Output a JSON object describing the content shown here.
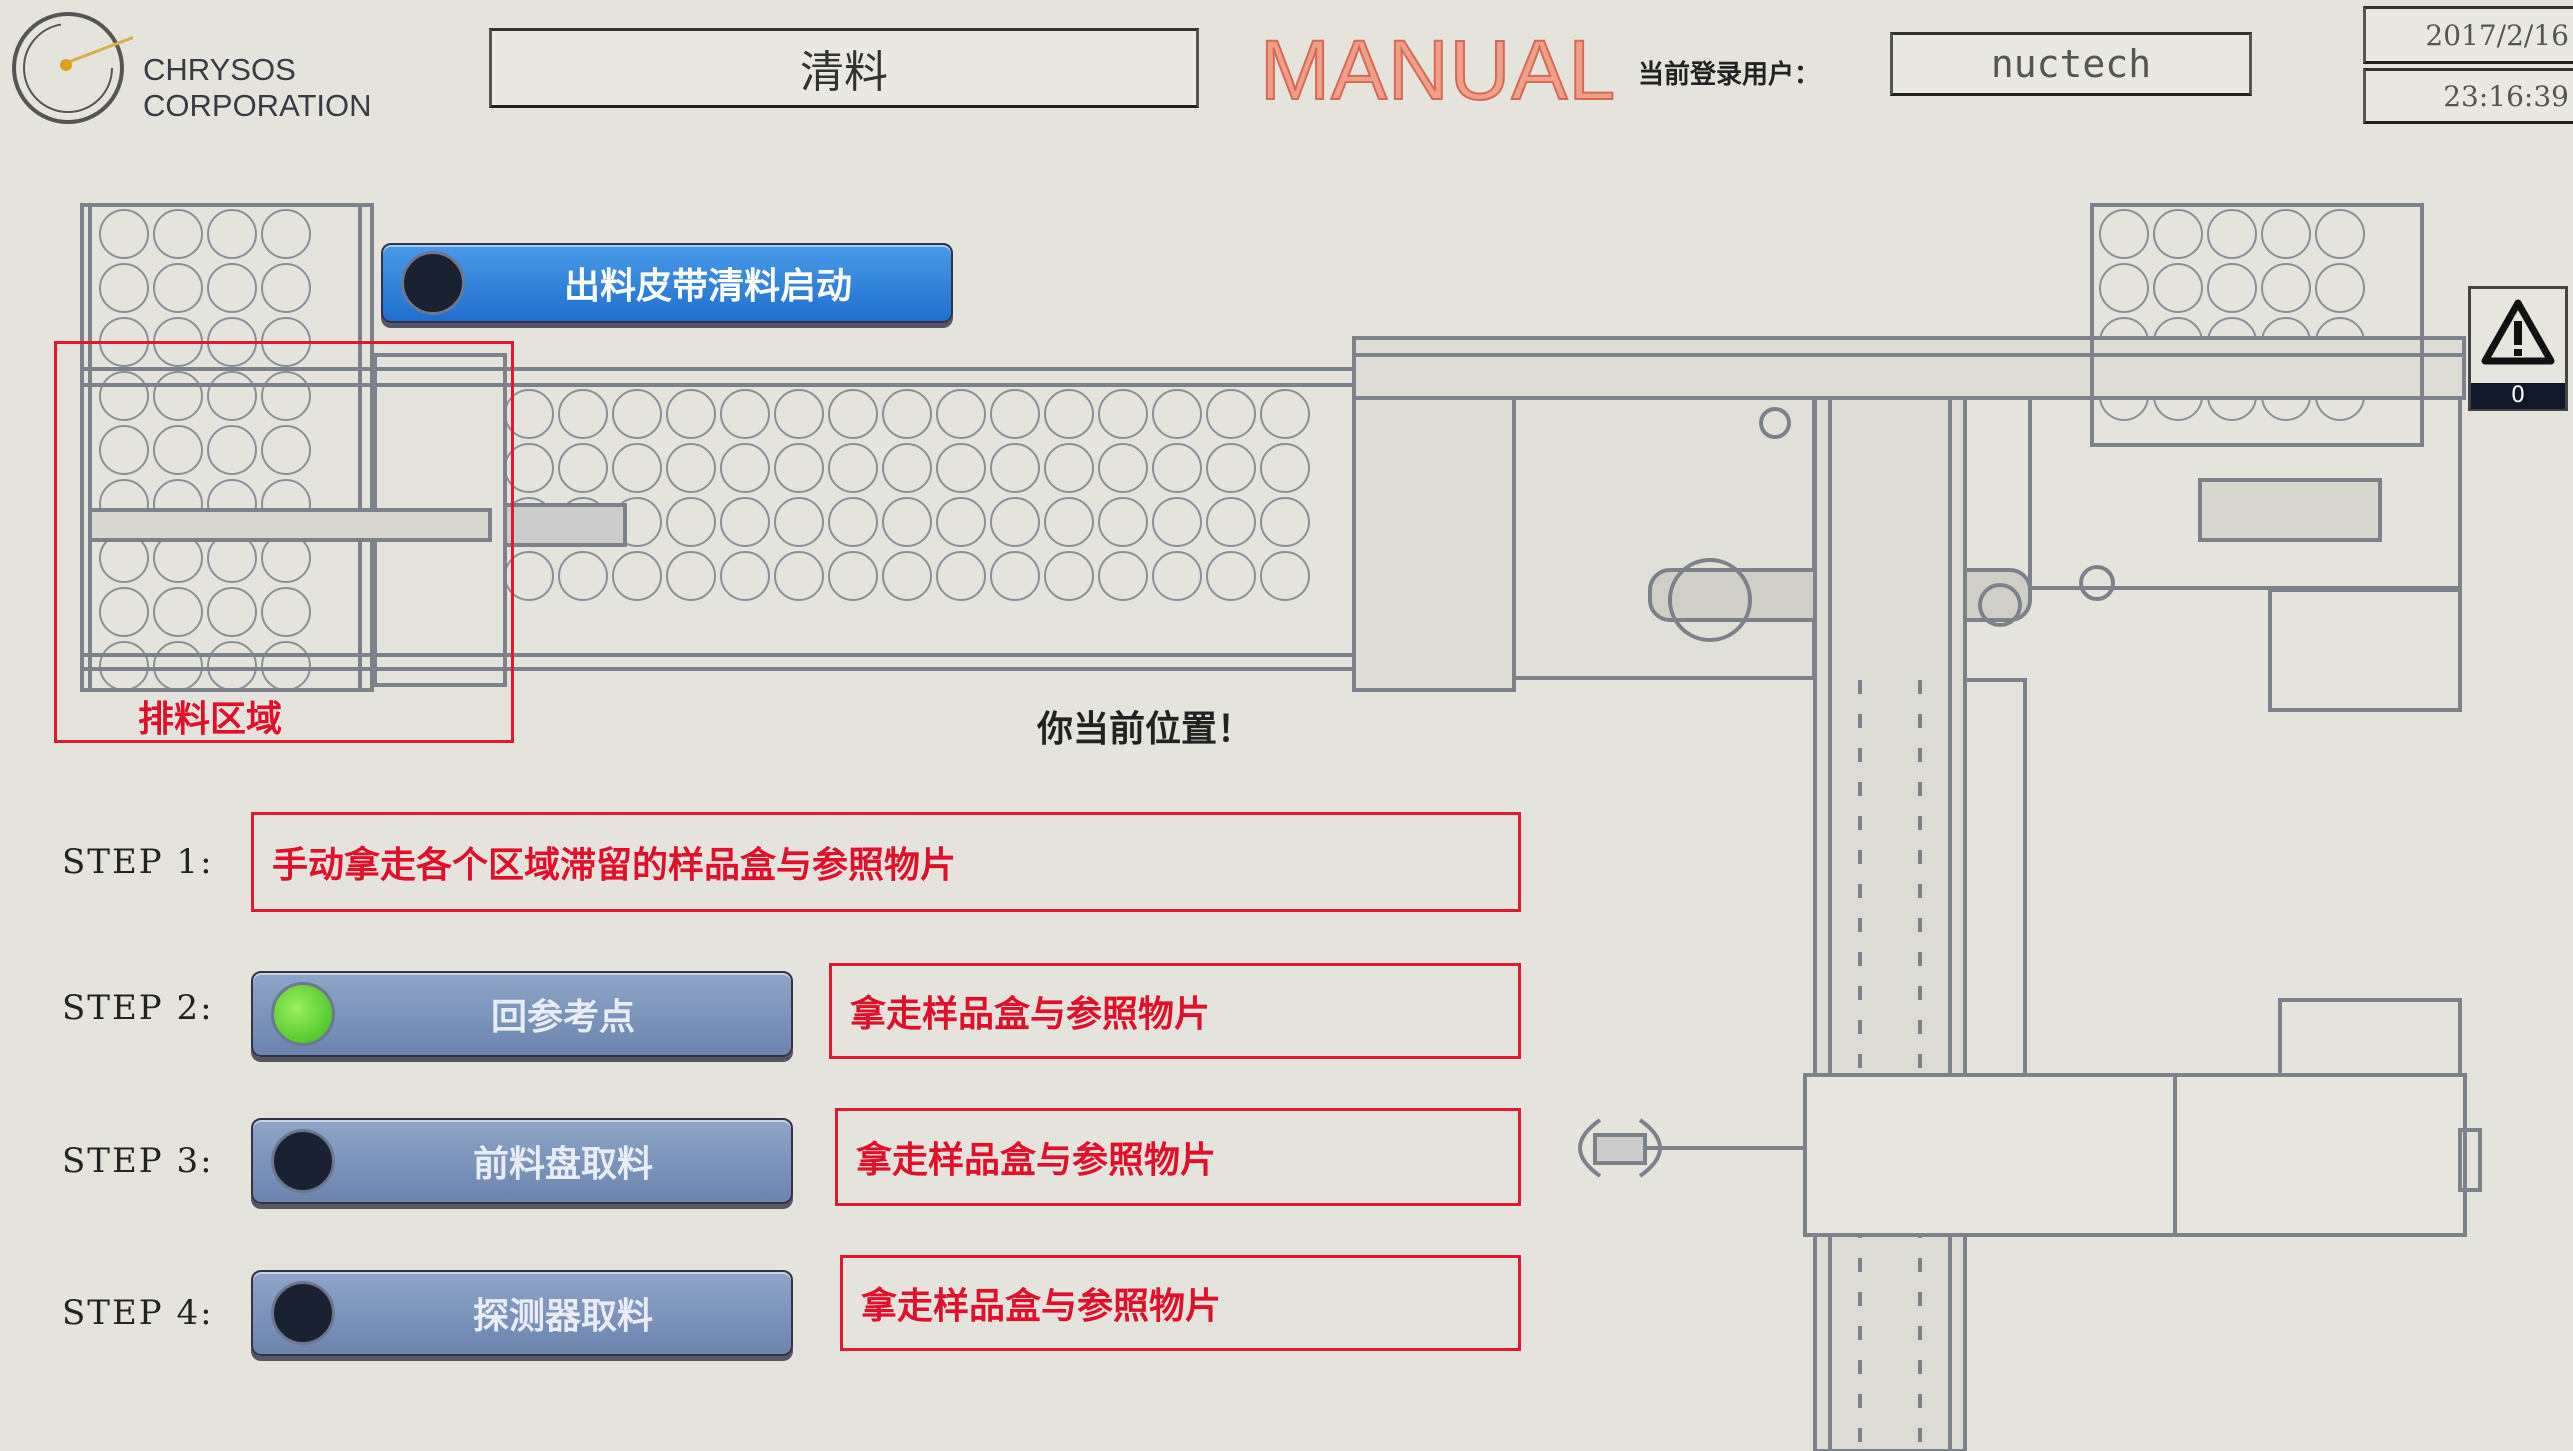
{
  "header": {
    "logo_line1": "CHRYSOS",
    "logo_line2": "CORPORATION",
    "screen_title": "清料",
    "mode": "MANUAL",
    "user_label": "当前登录用户：",
    "user_value": "nuctech",
    "date": "2017/2/16",
    "time": "23:16:39"
  },
  "alarm": {
    "icon": "warning-triangle-icon",
    "count": "0"
  },
  "conveyor_button": {
    "label": "出料皮带清料启动",
    "lamp": "off"
  },
  "diagram": {
    "area_label": "排料区域",
    "position_label": "你当前位置！"
  },
  "steps": [
    {
      "label": "STEP 1:",
      "instruction": "手动拿走各个区域滞留的样品盒与参照物片"
    },
    {
      "label": "STEP 2:",
      "button": "回参考点",
      "lamp": "on",
      "instruction": "拿走样品盒与参照物片"
    },
    {
      "label": "STEP 3:",
      "button": "前料盘取料",
      "lamp": "off",
      "instruction": "拿走样品盒与参照物片"
    },
    {
      "label": "STEP 4:",
      "button": "探测器取料",
      "lamp": "off",
      "instruction": "拿走样品盒与参照物片"
    }
  ],
  "colors": {
    "accent_red": "#e0102a",
    "button_blue": "#1f6fd0",
    "lamp_green": "#3ab81a",
    "manual": "#f0a088"
  }
}
